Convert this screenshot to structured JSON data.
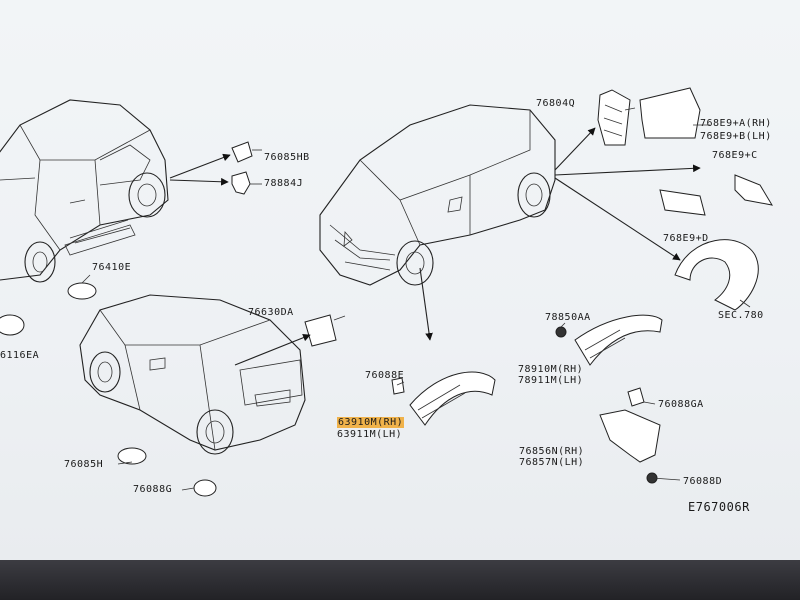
{
  "diagram": {
    "labels": {
      "p76804Q": "76804Q",
      "p76085HB": "76085HB",
      "p78884J": "78884J",
      "p768E9A": "768E9+A(RH)",
      "p768E9B": "768E9+B(LH)",
      "p768E9C": "768E9+C",
      "p768E9D": "768E9+D",
      "p76410E": "76410E",
      "p76630DA": "76630DA",
      "p6116EA": "6116EA",
      "p78850AA": "78850AA",
      "sec780": "SEC.780",
      "p78910M": "78910M(RH)",
      "p78911M": "78911M(LH)",
      "p76088E": "76088E",
      "p63910M": "63910M(RH)",
      "p63911M": "63911M(LH)",
      "p76088GA": "76088GA",
      "p76856N": "76856N(RH)",
      "p76857N": "76857N(LH)",
      "p76085H": "76085H",
      "p76088G": "76088G",
      "p76088D": "76088D",
      "code": "E767006R"
    },
    "highlight_color": "#f0b24a"
  }
}
